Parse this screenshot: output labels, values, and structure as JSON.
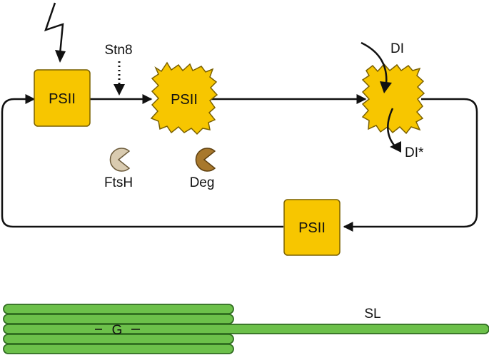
{
  "colors": {
    "psii_fill": "#f7c600",
    "psii_stroke": "#7a6000",
    "ftsh": "#d9cbb0",
    "deg": "#a8782c",
    "membrane_fill": "#6cc04a",
    "membrane_stroke": "#2e6b1f",
    "arrows": "#111111"
  },
  "labels": {
    "stn8": "Stn8",
    "psii_damaged_start": "PSII",
    "psii_damaged": "PSII",
    "psii_repaired": "PSII",
    "d1_new": "DI",
    "d1_old": "DI*",
    "ftsh": "FtsH",
    "deg": "Deg",
    "grana": "G",
    "stroma_lamellae": "SL"
  },
  "icons": {
    "light": "lightning-bolt-icon",
    "ftsh": "pacman-protease-icon",
    "deg": "pacman-protease-icon"
  }
}
